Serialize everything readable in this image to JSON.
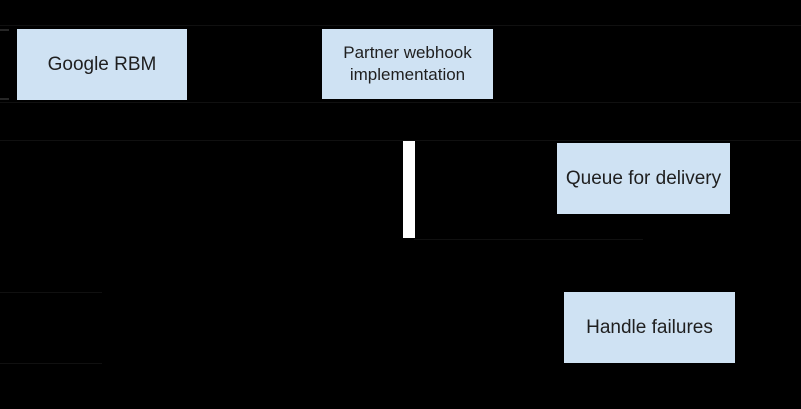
{
  "colors": {
    "background": "#000000",
    "node_fill": "#cfe2f3",
    "node_text": "#1f1f1f",
    "activation_fill": "#ffffff"
  },
  "diagram": {
    "type": "sequence-diagram-fragment",
    "nodes": {
      "google_rbm": {
        "label": "Google RBM"
      },
      "partner_webhook": {
        "label": "Partner webhook implementation"
      },
      "queue": {
        "label": "Queue for delivery"
      },
      "handle_failures": {
        "label": "Handle failures"
      }
    }
  }
}
